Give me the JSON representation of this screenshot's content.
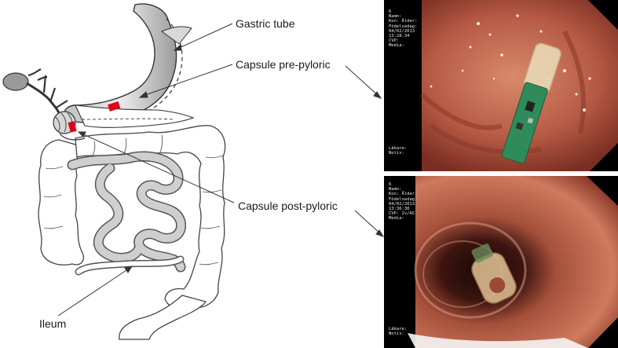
{
  "labels": {
    "gastric_tube": "Gastric tube",
    "capsule_pre": "Capsule pre-pyloric",
    "capsule_post": "Capsule post-pyloric",
    "ileum": "Ileum"
  },
  "endoscopy_top": {
    "osd_lines": [
      "6",
      "Namn:",
      "",
      "Kon:   Ålder:",
      "Födelsedag:",
      "04/02/2013",
      "13:28:34",
      "CVP:",
      "Media:"
    ],
    "footer_lines": [
      "Läkare:",
      "Notis:"
    ]
  },
  "endoscopy_bottom": {
    "osd_lines": [
      "6",
      "Namn:",
      "",
      "Kon:   Ålder:",
      "Födelsedag:",
      "04/02/2013",
      "13:36:30",
      "CVP:   Iv/A5",
      "Media:"
    ],
    "footer_lines": [
      "Läkare:",
      "Notis:"
    ]
  },
  "colors": {
    "capsule_marker": "#e0001a",
    "mucosa": "#c0604a",
    "line": "#333333"
  }
}
